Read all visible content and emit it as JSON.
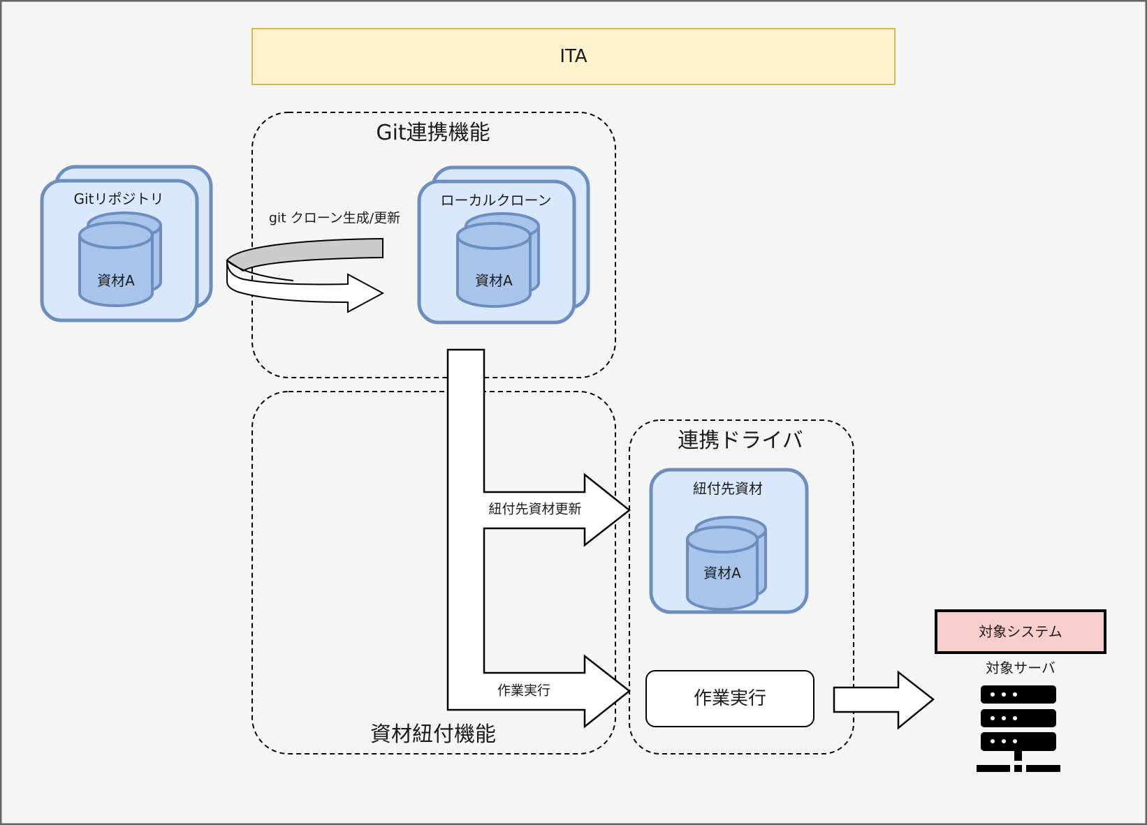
{
  "diagram": {
    "title_bar": {
      "label": "ITA"
    },
    "groups": {
      "git_integration": {
        "title": "Git連携機能"
      },
      "material_binding": {
        "title": "資材紐付機能"
      },
      "integration_driver": {
        "title": "連携ドライバ"
      }
    },
    "nodes": {
      "git_repository": {
        "label": "Gitリポジトリ",
        "material": "資材A"
      },
      "local_clone": {
        "label": "ローカルクローン",
        "material": "資材A"
      },
      "bound_material": {
        "label": "紐付先資材",
        "material": "資材A"
      },
      "job_execution": {
        "label": "作業実行"
      },
      "target_system": {
        "label": "対象システム"
      },
      "target_server": {
        "label": "対象サーバ",
        "icon": "server-icon"
      }
    },
    "edges": {
      "clone_update": {
        "label": "git クローン生成/更新",
        "from": "Gitリポジトリ",
        "to": "ローカルクローン"
      },
      "bound_update": {
        "label": "紐付先資材更新",
        "from": "ローカルクローン",
        "to": "紐付先資材"
      },
      "job_run": {
        "label": "作業実行",
        "from": "ローカルクローン",
        "to": "作業実行"
      },
      "to_target": {
        "label": "",
        "from": "作業実行",
        "to": "対象サーバ"
      }
    },
    "colors": {
      "ita_fill": "#fff2cc",
      "ita_stroke": "#d6b656",
      "store_fill": "#dae8fc",
      "store_stroke": "#6c8ebf",
      "cylinder_fill": "#a9c4eb",
      "target_fill": "#f8cecc",
      "background": "#f5f5f5"
    }
  }
}
